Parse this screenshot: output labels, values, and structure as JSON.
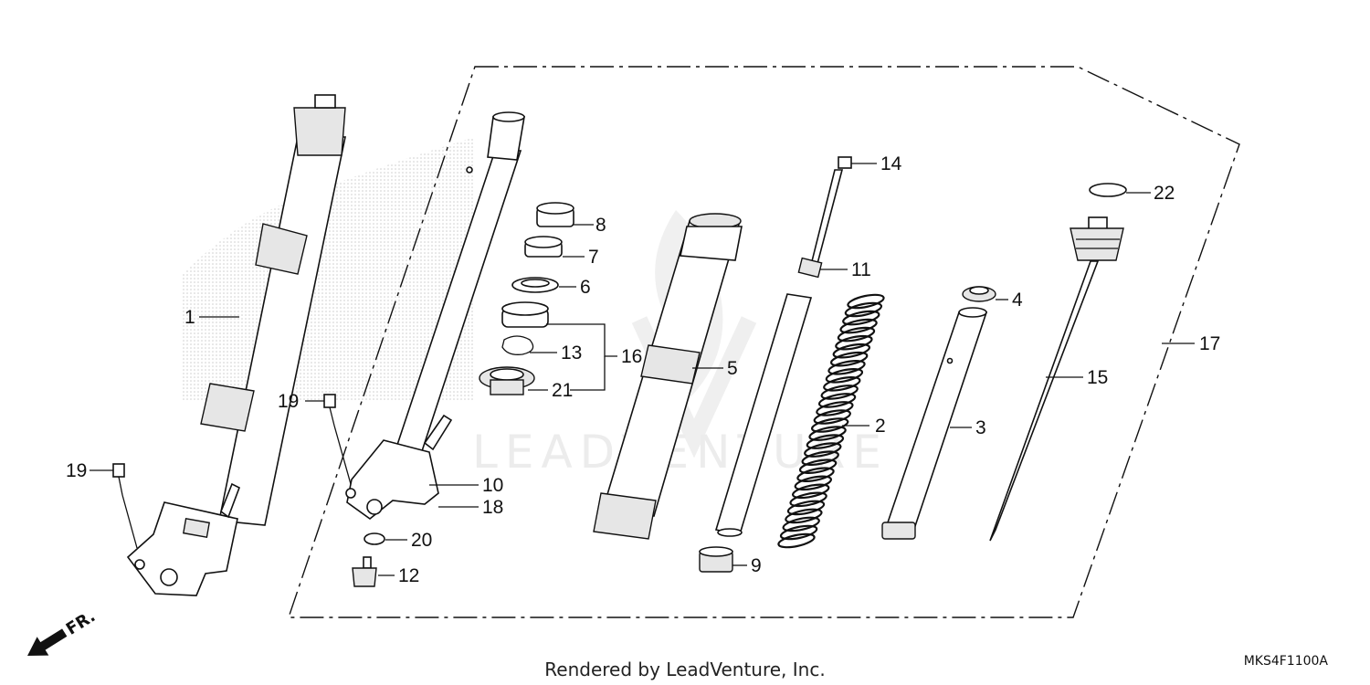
{
  "callouts": [
    "1",
    "2",
    "3",
    "4",
    "5",
    "6",
    "7",
    "8",
    "9",
    "10",
    "11",
    "12",
    "13",
    "14",
    "15",
    "16",
    "17",
    "18",
    "19",
    "19",
    "20",
    "21",
    "22"
  ],
  "direction_label": "FR.",
  "watermark": "LEADVENTURE",
  "footer": {
    "credit": "Rendered by LeadVenture, Inc.",
    "diagram_code": "MKS4F1100A"
  }
}
